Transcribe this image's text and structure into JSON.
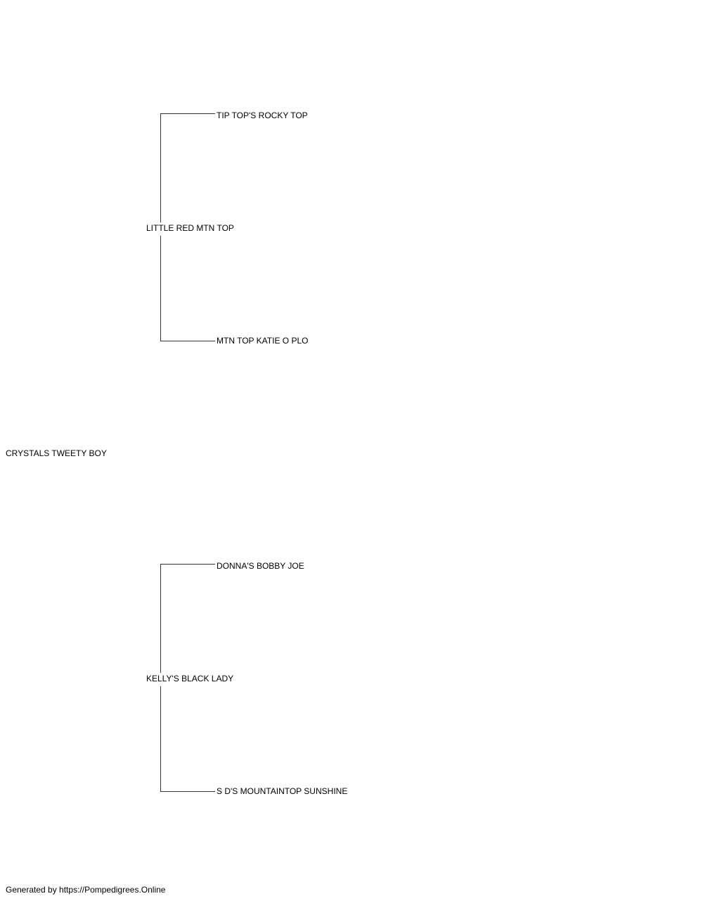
{
  "pedigree": {
    "subject": "CRYSTALS TWEETY BOY",
    "sire": {
      "name": "LITTLE RED MTN TOP",
      "sire": "TIP TOP'S ROCKY TOP",
      "dam": "MTN TOP KATIE O PLO"
    },
    "dam": {
      "name": "KELLY'S BLACK LADY",
      "sire": "DONNA'S BOBBY JOE",
      "dam": "S D'S MOUNTAINTOP SUNSHINE"
    }
  },
  "footer": {
    "credit": "Generated by https://Pompedigrees.Online"
  },
  "colors": {
    "line": "#333333",
    "text": "#000000",
    "background": "#ffffff"
  }
}
